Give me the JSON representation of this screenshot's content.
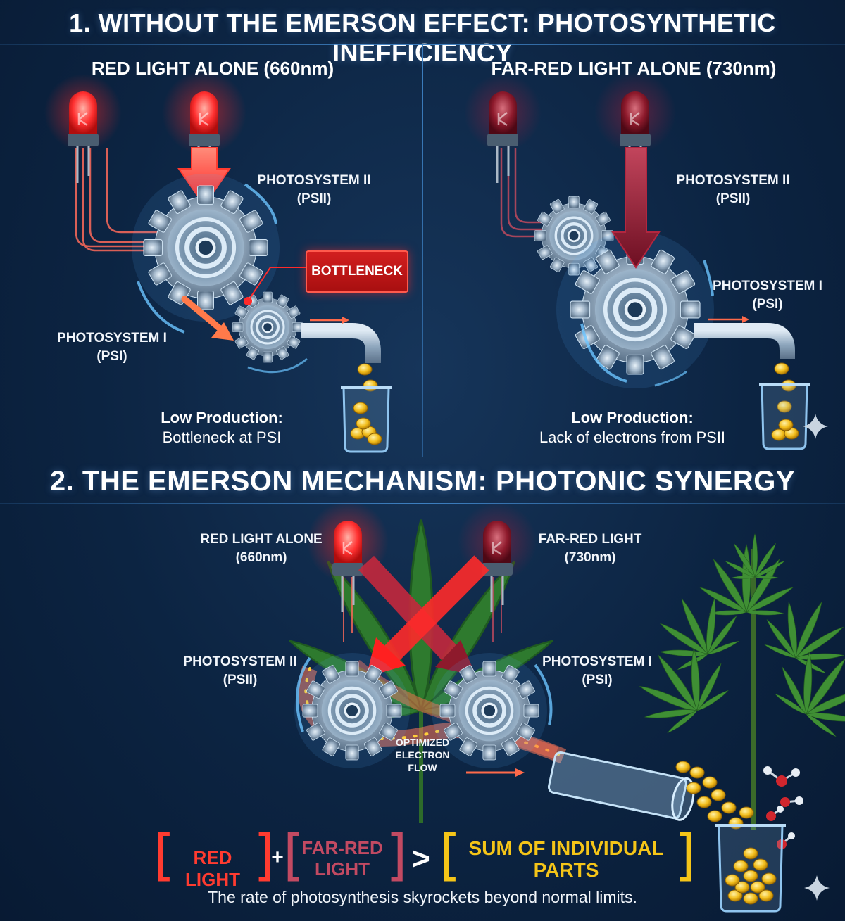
{
  "section1": {
    "title": "1. WITHOUT THE EMERSON EFFECT: PHOTOSYNTHETIC INEFFICIENCY",
    "left": {
      "title": "RED LIGHT ALONE (660nm)",
      "psii": [
        "PHOTOSYSTEM II",
        "(PSII)"
      ],
      "psi": [
        "PHOTOSYSTEM I",
        "(PSI)"
      ],
      "badge": "BOTTLENECK",
      "production_heading": "Low Production:",
      "production_detail": "Bottleneck at PSI"
    },
    "right": {
      "title": "FAR-RED LIGHT ALONE (730nm)",
      "psii": [
        "PHOTOSYSTEM II",
        "(PSII)"
      ],
      "psi": [
        "PHOTOSYSTEM I",
        "(PSI)"
      ],
      "production_heading": "Low Production:",
      "production_detail": "Lack of electrons from PSII"
    }
  },
  "section2": {
    "title": "2. THE EMERSON MECHANISM: PHOTONIC SYNERGY",
    "red_label": [
      "RED LIGHT ALONE",
      "(660nm)"
    ],
    "farred_label": [
      "FAR-RED LIGHT",
      "(730nm)"
    ],
    "psii": [
      "PHOTOSYSTEM II",
      "(PSII)"
    ],
    "psi": [
      "PHOTOSYSTEM I",
      "(PSI)"
    ],
    "flow_label": [
      "OPTIMIZED",
      "ELECTRON",
      "FLOW"
    ],
    "equation": {
      "term1": "RED LIGHT",
      "plus": "+",
      "term2": [
        "FAR-RED",
        "LIGHT"
      ],
      "greater": ">",
      "result": [
        "SUM OF INDIVIDUAL",
        "PARTS"
      ]
    },
    "caption": "The rate of photosynthesis skyrockets beyond normal limits."
  },
  "colors": {
    "red": "#ff2a2a",
    "far_red": "#8a1426",
    "gold": "#f5c518",
    "accent_blue": "#3d7fc0",
    "background": "#0c2442"
  },
  "icons": [
    "led-icon",
    "gear-icon",
    "arrow-icon",
    "pipe-icon",
    "beaker-icon",
    "coin-icon",
    "cannabis-leaf-icon",
    "plant-icon",
    "molecule-icon",
    "sparkle-icon"
  ]
}
